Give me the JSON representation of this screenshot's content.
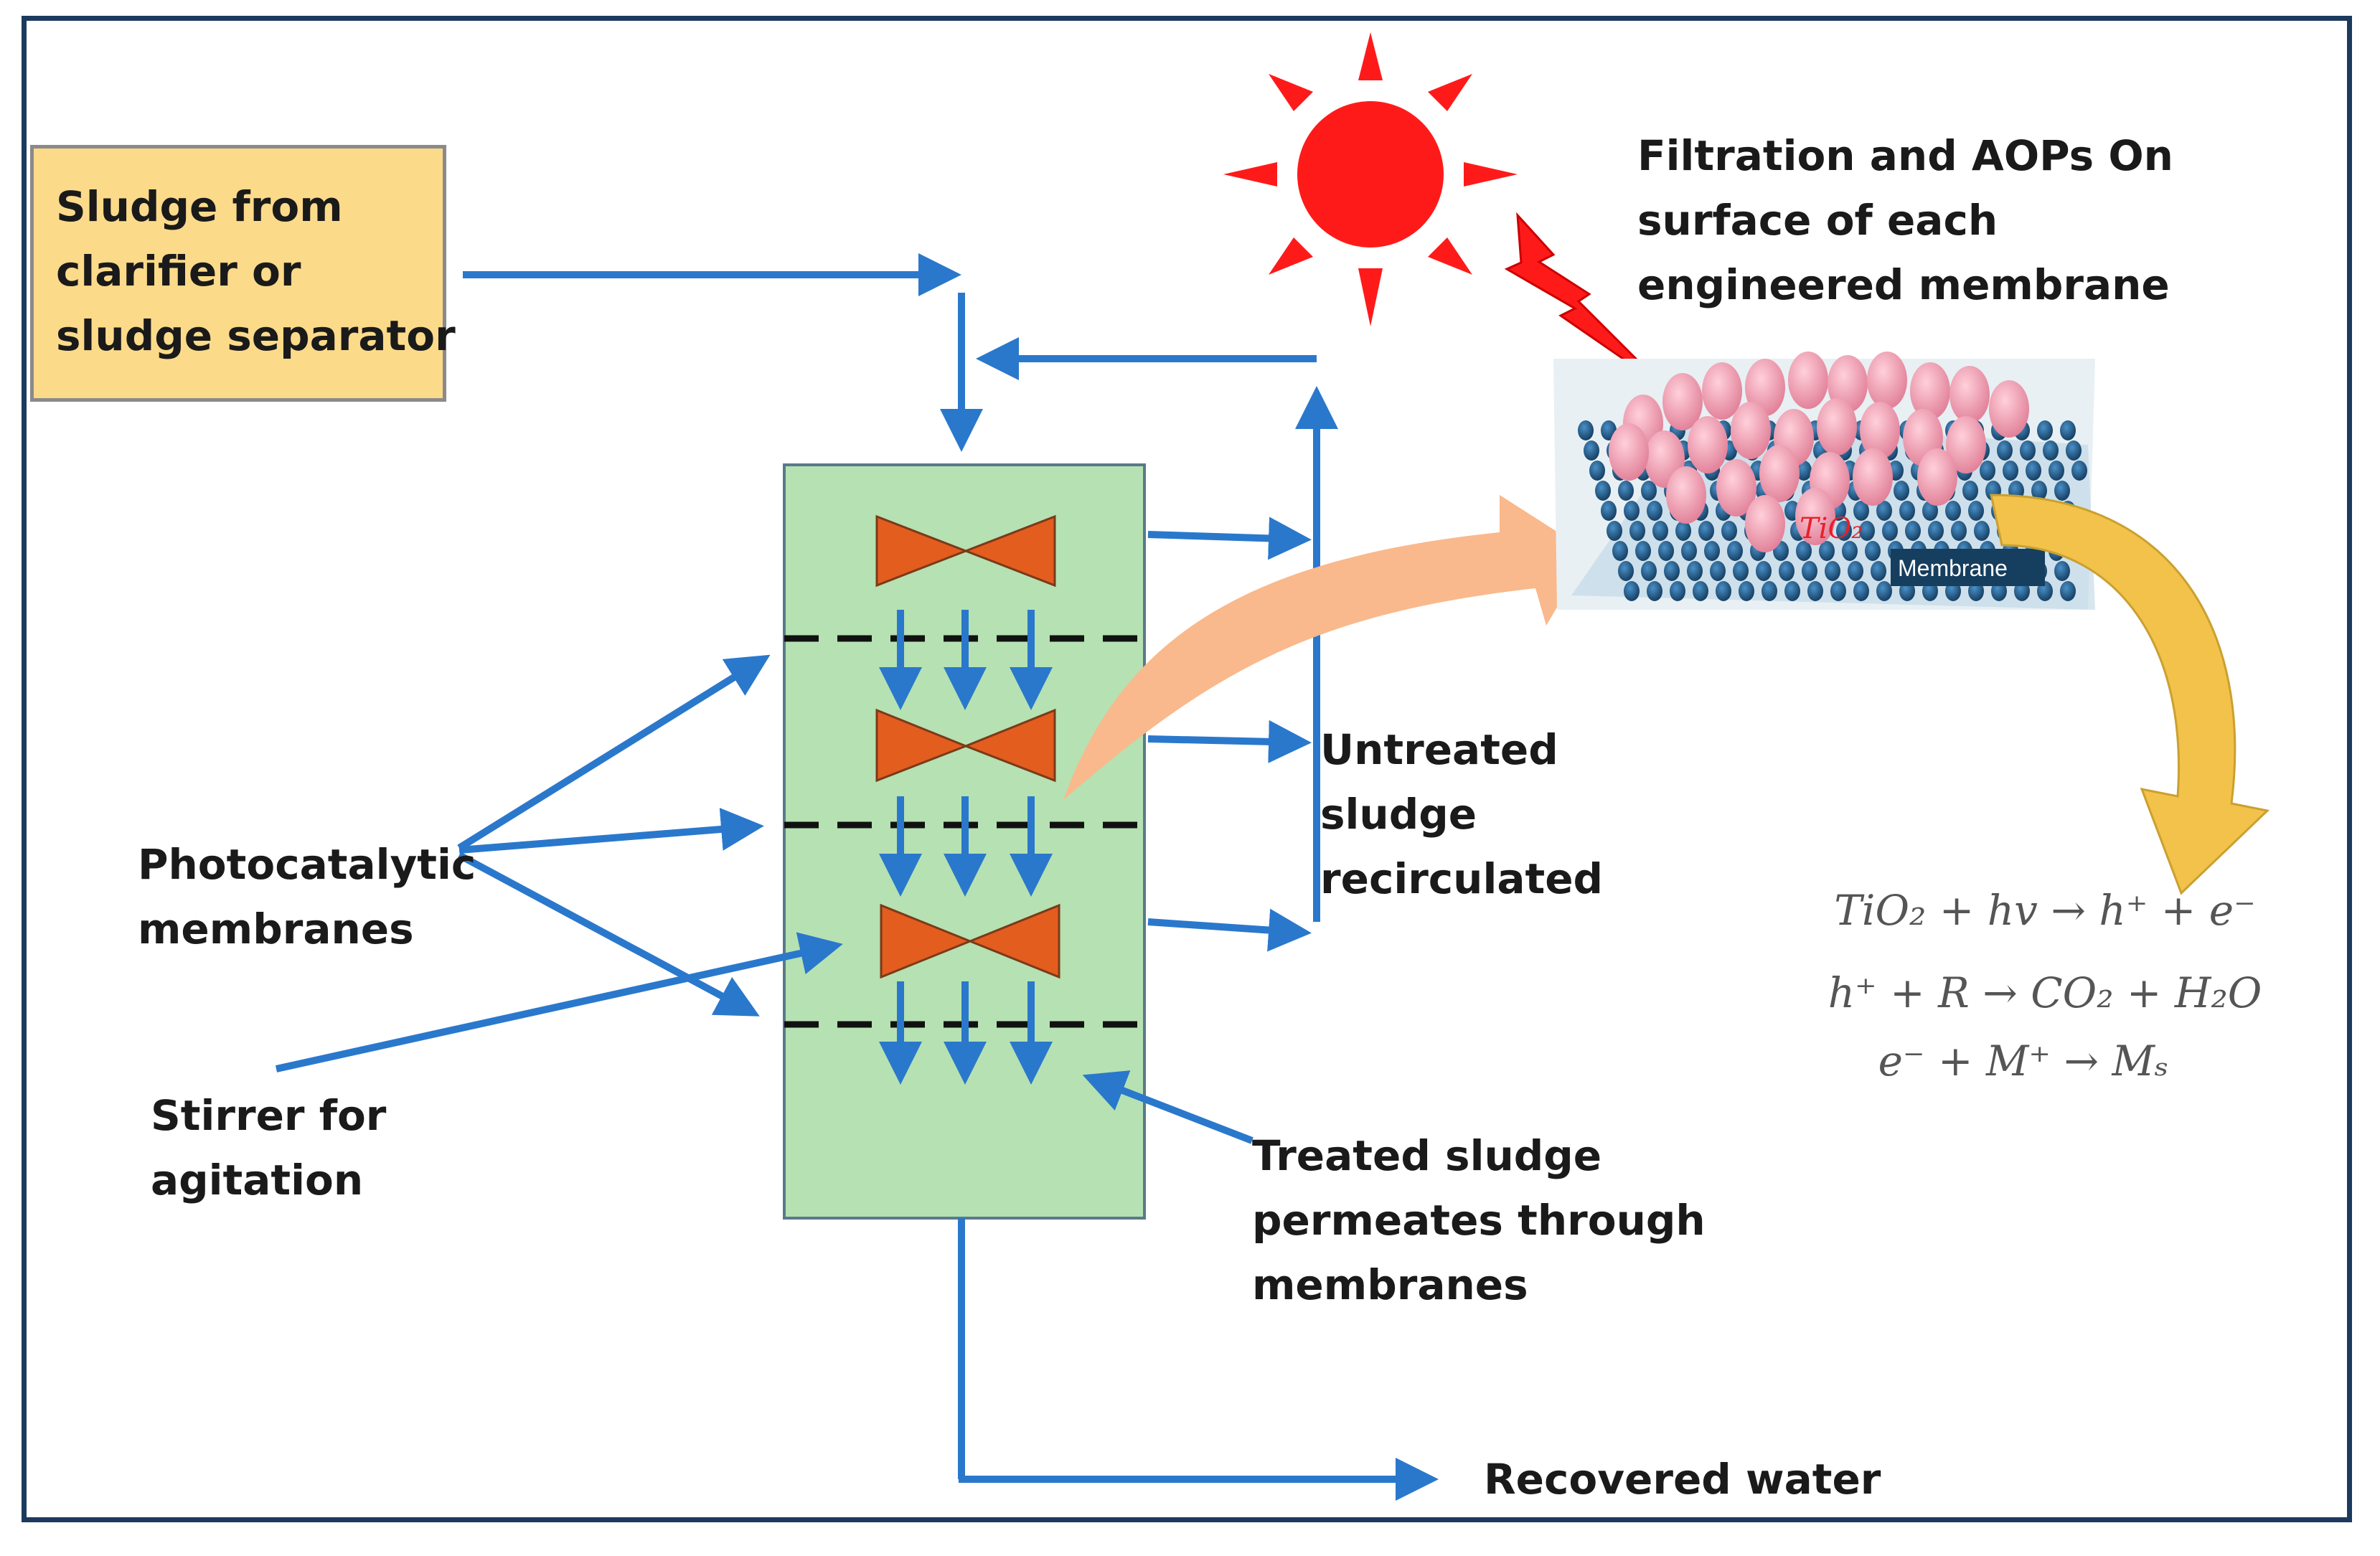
{
  "colors": {
    "arrow": "#2a78cc",
    "reactor_fill": "#b6e1b2",
    "valve": "#e35d1f",
    "source_box": "#fbda8a",
    "sun": "#ff1a1a",
    "big_arrow": "#f9b98c",
    "curved_arrow": "#f2c24a",
    "particle": "#f0a0b0",
    "membrane": "#1e5c8a",
    "frame": "#1c3a5e"
  },
  "labels": {
    "source": "Sludge from\nclarifier or\nsludge separator",
    "membranes": "Photocatalytic\nmembranes",
    "stirrer": "Stirrer for\nagitation",
    "untreated": "Untreated\nsludge\nrecirculated",
    "treated": "Treated sludge\npermeates through\nmembranes",
    "recovered": "Recovered water",
    "filtration": "Filtration and AOPs On\nsurface of each\nengineered membrane",
    "tio2": "TiO₂",
    "membrane_tag": "Membrane"
  },
  "equations": {
    "eq1": "TiO₂ + hv  →  h⁺ + e⁻",
    "eq2": "h⁺ + R → CO₂ + H₂O",
    "eq3": "e⁻ +  M⁺ → Mₛ"
  },
  "icons": [
    "sun-icon",
    "lightning-icon",
    "valve-icon",
    "membrane-surface-icon"
  ]
}
